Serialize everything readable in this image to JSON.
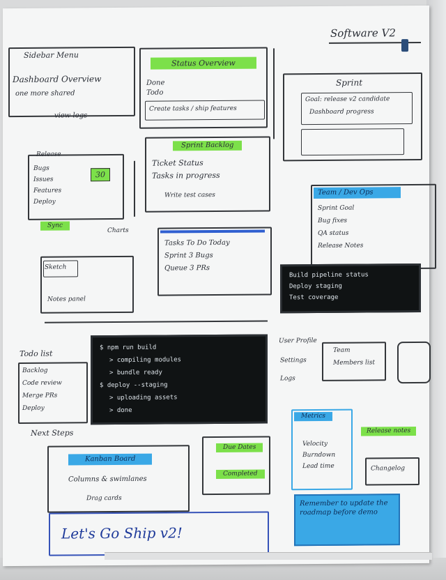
{
  "title": "Sprint Dashboard",
  "header": {
    "signature": "Software V2"
  },
  "top_left_card": {
    "title": "Sidebar Menu",
    "line1": "Dashboard Overview",
    "line2": "one more shared",
    "footer": "view logs"
  },
  "top_middle_card": {
    "tag": "Status Overview",
    "line1": "Done",
    "line2": "Todo",
    "footer": "Create tasks / ship features"
  },
  "top_right_card": {
    "label": "Sprint",
    "line1": "Goal: release v2 candidate",
    "line2": "Dashboard progress"
  },
  "left_widget": {
    "title": "Release",
    "items": [
      "Bugs",
      "Issues",
      "Features",
      "Deploy"
    ],
    "badge": "Sync",
    "count": "30"
  },
  "center_card": {
    "tag": "Sprint Backlog",
    "line1": "Ticket Status",
    "line2": "Tasks in progress",
    "footer": "Write test cases"
  },
  "right_blue_card": {
    "header": "Team / Dev Ops",
    "lines": [
      "Sprint Goal",
      "Bug fixes",
      "QA status",
      "Release Notes"
    ]
  },
  "mid_left_card": {
    "title": "Sketch",
    "line": "Notes panel",
    "tag": "Charts"
  },
  "table_card": {
    "rows": [
      "Tasks To Do Today",
      "Sprint 3 Bugs",
      "Queue 3 PRs"
    ]
  },
  "dark_panel_right": {
    "line1": "Build pipeline status",
    "line2": "Deploy staging",
    "line3": "Test coverage"
  },
  "left_notes": {
    "title": "Todo list",
    "items": [
      "Backlog",
      "Code review",
      "Merge PRs",
      "Deploy"
    ],
    "footer": "Next Steps"
  },
  "terminal": {
    "lines": [
      "$ npm run build",
      "> compiling modules",
      "> bundle ready",
      "$ deploy --staging",
      "> uploading assets",
      "> done"
    ]
  },
  "small_right_cards": {
    "a": "User Profile",
    "b": "Settings",
    "c": "Logs"
  },
  "right_panel_small": {
    "title": "Team",
    "line": "Members list"
  },
  "bottom_left_card": {
    "tag": "Kanban Board",
    "line": "Columns & swimlanes",
    "footer": "Drag cards"
  },
  "bottom_mid_card": {
    "tag1": "Due Dates",
    "tag2": "Completed"
  },
  "bottom_blue_card": {
    "header": "Metrics",
    "lines": [
      "Velocity",
      "Burndown",
      "Lead time"
    ]
  },
  "bottom_right_card": {
    "tag": "Release notes",
    "line": "Changelog"
  },
  "bottom_banner": {
    "text": "Let's Go Ship v2!"
  },
  "bottom_right_blue": {
    "text": "Remember to update the roadmap before demo"
  }
}
